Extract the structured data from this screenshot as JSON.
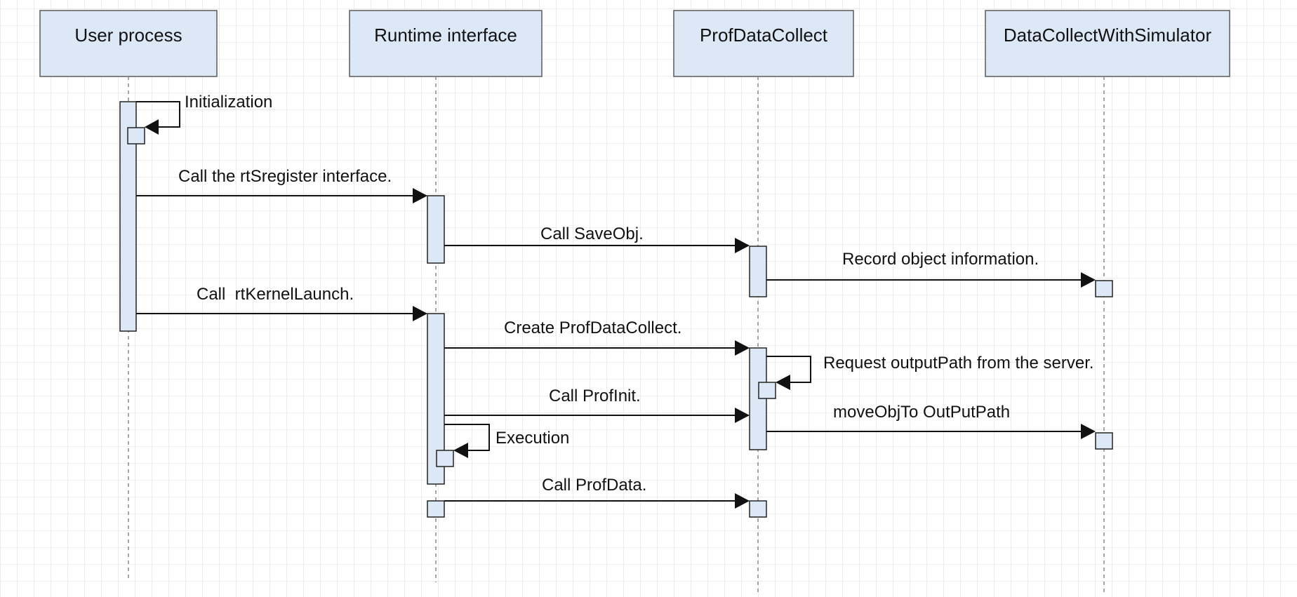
{
  "participants": [
    {
      "name": "User process"
    },
    {
      "name": "Runtime interface"
    },
    {
      "name": "ProfDataCollect"
    },
    {
      "name": "DataCollectWithSimulator"
    }
  ],
  "messages": {
    "initialization": "Initialization",
    "rt_sregister": "Call the rtSregister interface.",
    "save_obj": "Call SaveObj.",
    "record_object": "Record object information.",
    "rt_kernel_launch": "Call  rtKernelLaunch.",
    "create_prof": "Create ProfDataCollect.",
    "request_output": "Request outputPath from the server.",
    "prof_init": "Call ProfInit.",
    "move_obj": "moveObjTo OutPutPath",
    "execution": "Execution",
    "prof_data": "Call ProfData."
  },
  "colors": {
    "box_fill": "#dde8f7",
    "line": "#111111"
  }
}
